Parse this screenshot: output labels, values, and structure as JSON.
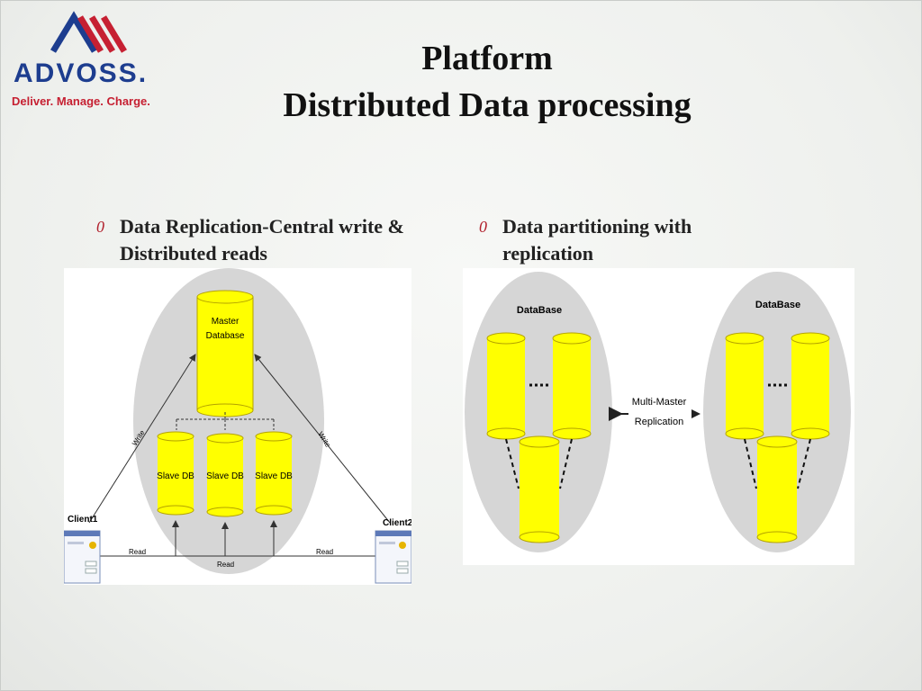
{
  "logo": {
    "wordmark": "ADVOSS.",
    "tagline": "Deliver. Manage. Charge.",
    "colors": {
      "blue": "#1d3d8f",
      "red": "#c62032"
    }
  },
  "title": {
    "line1": "Platform",
    "line2": "Distributed Data processing"
  },
  "bullets": [
    {
      "mark": "0",
      "text": "Data Replication-Central write & Distributed reads"
    },
    {
      "mark": "0",
      "text": "Data partitioning with replication"
    }
  ],
  "diagram1": {
    "master_line1": "Master",
    "master_line2": "Database",
    "slaves": [
      "Slave DB",
      "Slave DB",
      "Slave DB"
    ],
    "write_label": "Write",
    "read_label": "Read",
    "client1": "Client1",
    "client2": "Client2"
  },
  "diagram2": {
    "db_label_left": "DataBase",
    "db_label_right": "DataBase",
    "replication_line1": "Multi-Master",
    "replication_line2": "Replication"
  },
  "colors": {
    "cylinder_fill": "#ffff00",
    "cylinder_stroke": "#b3a200",
    "ellipse_fill": "#d6d6d6",
    "accent_red": "#b1202c"
  }
}
